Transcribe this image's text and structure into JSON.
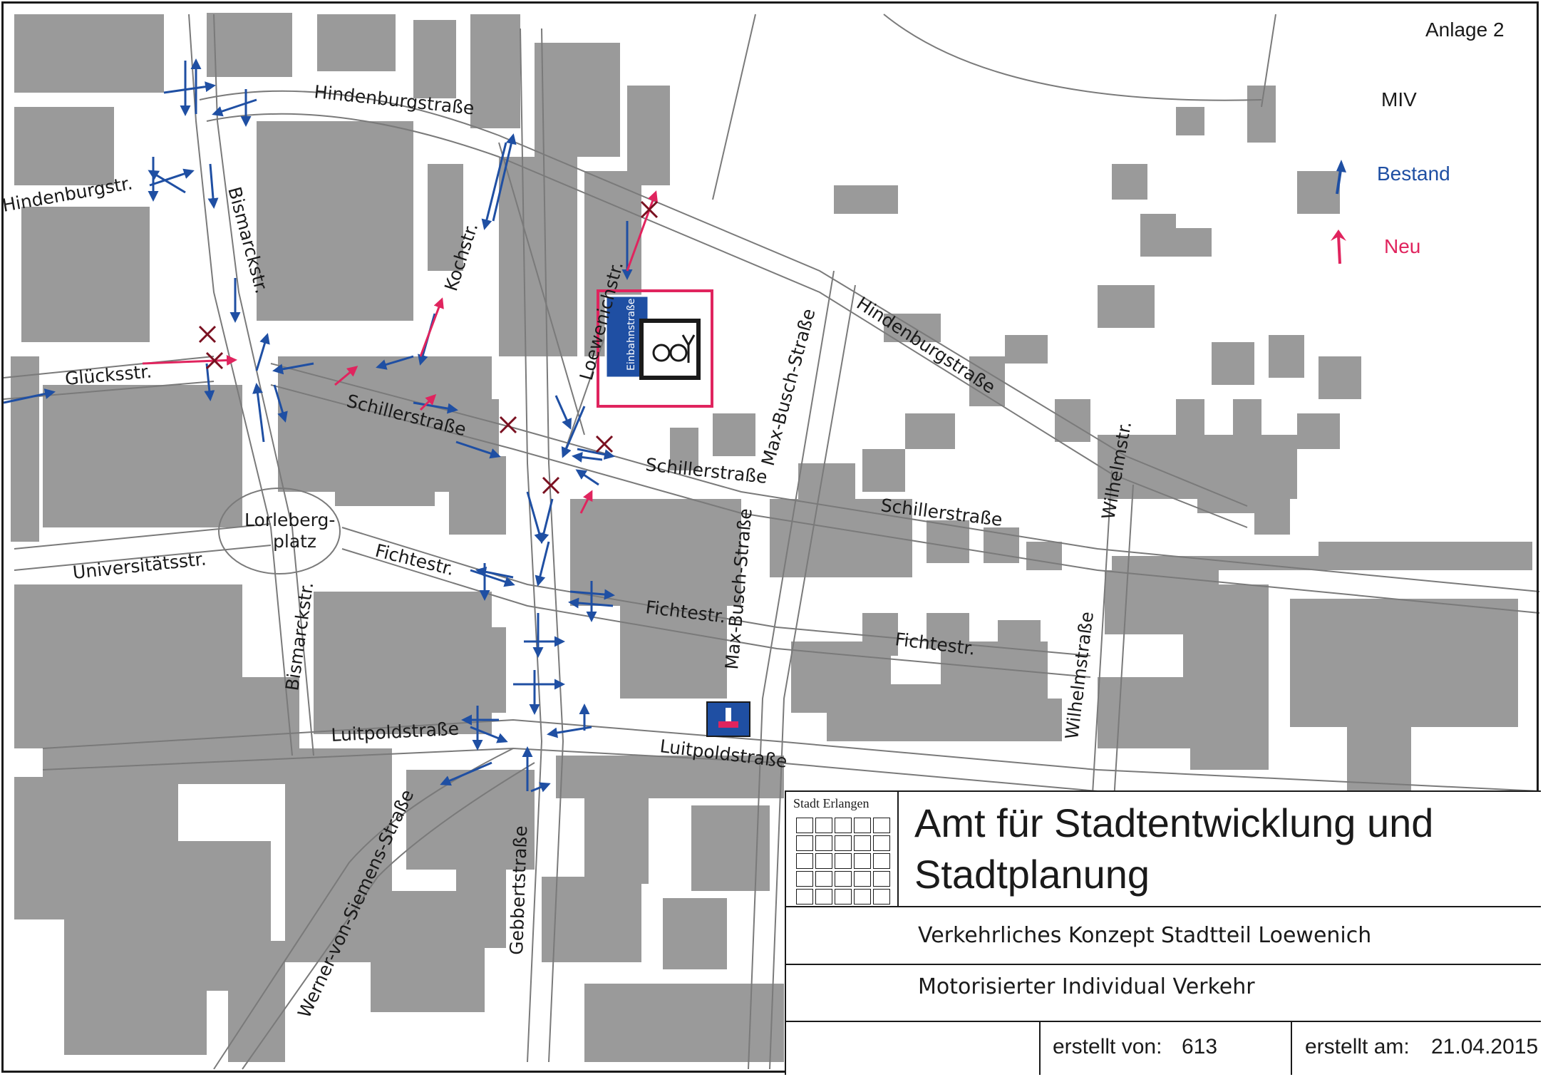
{
  "legend": {
    "annex": "Anlage 2",
    "heading": "MIV",
    "existing": "Bestand",
    "new": "Neu"
  },
  "colors": {
    "existing": "#1f4fa3",
    "new": "#e0245e",
    "building": "#9a9a9a",
    "road_edge": "#7a7a7a",
    "crossed_out": "#7a1020"
  },
  "streets": {
    "hindenburg_n": "Hindenburgstraße",
    "hindenburg_w": "Hindenburgstr.",
    "hindenburg_e": "Hindenburgstraße",
    "bismarck_n": "Bismarckstr.",
    "bismarck_s": "Bismarckstr.",
    "gluecks": "Glücksstr.",
    "koch": "Kochstr.",
    "loewenich": "Loewenichstr.",
    "schiller_w": "Schillerstraße",
    "schiller_c": "Schillerstraße",
    "schiller_e": "Schillerstraße",
    "maxbusch_n": "Max-Busch-Straße",
    "maxbusch_s": "Max-Busch-Straße",
    "wilhelm_n": "Wilhelmstr.",
    "wilhelm_s": "Wilhelmstraße",
    "lorleberg_1": "Lorleberg-",
    "lorleberg_2": "platz",
    "universitaet": "Universitätsstr.",
    "fichte_w": "Fichtestr.",
    "fichte_c": "Fichtestr.",
    "fichte_e": "Fichtestr.",
    "luitpold_w": "Luitpoldstraße",
    "luitpold_e": "Luitpoldstraße",
    "wvsiemens": "Werner-von-Siemens-Straße",
    "gebbert": "Gebbertstraße"
  },
  "sign_one_way": "Einbahnstraße",
  "title_block": {
    "logo_text": "Stadt Erlangen",
    "title": "Amt für Stadtentwicklung und Stadtplanung",
    "subtitle": "Verkehrliches Konzept Stadtteil Loewenich",
    "topic": "Motorisierter Individual Verkehr",
    "created_by_label": "erstellt von:",
    "created_by": "613",
    "created_on_label": "erstellt am:",
    "created_on": "21.04.2015"
  }
}
